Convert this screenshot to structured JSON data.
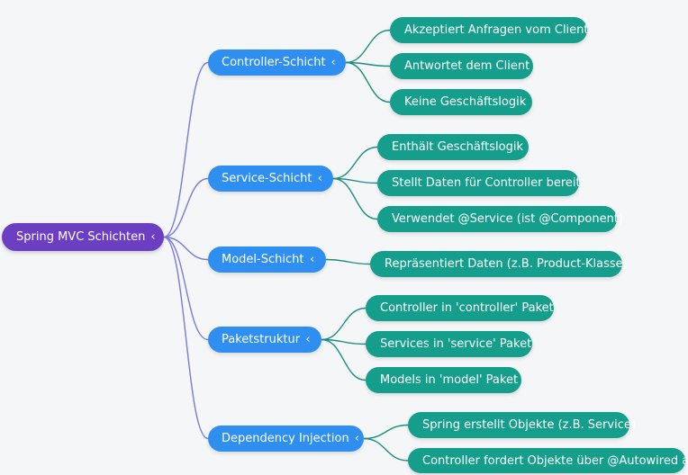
{
  "root": {
    "label": "Spring MVC Schichten",
    "icon": "chevron-left-icon"
  },
  "colors": {
    "root": "#6c3fc2",
    "branch": "#2f8ff0",
    "leaf": "#159e8c",
    "edge_root": "#7a79d8",
    "edge_leaf": "#1b8f7f"
  },
  "branches": [
    {
      "label": "Controller-Schicht",
      "icon": "chevron-left-icon",
      "children": [
        "Akzeptiert Anfragen vom Client",
        "Antwortet dem Client",
        "Keine Geschäftslogik"
      ]
    },
    {
      "label": "Service-Schicht",
      "icon": "chevron-left-icon",
      "children": [
        "Enthält Geschäftslogik",
        "Stellt Daten für Controller bereit",
        "Verwendet @Service (ist @Component)"
      ]
    },
    {
      "label": "Model-Schicht",
      "icon": "chevron-left-icon",
      "children": [
        "Repräsentiert Daten (z.B. Product-Klasse)"
      ]
    },
    {
      "label": "Paketstruktur",
      "icon": "chevron-left-icon",
      "children": [
        "Controller in 'controller' Paket",
        "Services in 'service' Paket",
        "Models in 'model' Paket"
      ]
    },
    {
      "label": "Dependency Injection",
      "icon": "chevron-left-icon",
      "children": [
        "Spring erstellt Objekte (z.B. Service)",
        "Controller fordert Objekte über @Autowired an"
      ]
    }
  ]
}
